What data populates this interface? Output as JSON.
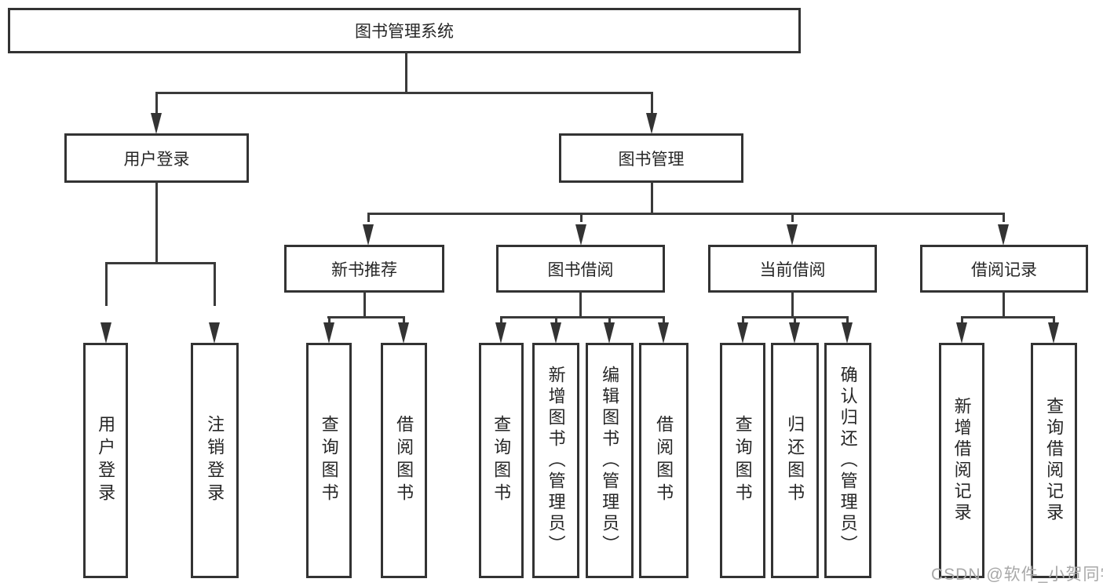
{
  "nodes": {
    "root": {
      "label": "图书管理系统"
    },
    "level2": [
      {
        "label": "用户登录"
      },
      {
        "label": "图书管理"
      }
    ],
    "level3": [
      {
        "label": "新书推荐"
      },
      {
        "label": "图书借阅"
      },
      {
        "label": "当前借阅"
      },
      {
        "label": "借阅记录"
      }
    ],
    "leaves_user_login": [
      {
        "label": "用户登录"
      },
      {
        "label": "注销登录"
      }
    ],
    "leaves_new_book": [
      {
        "label": "查询图书"
      },
      {
        "label": "借阅图书"
      }
    ],
    "leaves_book_borrow": [
      {
        "label": "查询图书"
      },
      {
        "label": "新增图书（管理员）"
      },
      {
        "label": "编辑图书（管理员）"
      },
      {
        "label": "借阅图书"
      }
    ],
    "leaves_current_borrow": [
      {
        "label": "查询图书"
      },
      {
        "label": "归还图书"
      },
      {
        "label": "确认归还（管理员）"
      }
    ],
    "leaves_borrow_record": [
      {
        "label": "新增借阅记录"
      },
      {
        "label": "查询借阅记录"
      }
    ]
  },
  "watermark": "CSDN @软件_小贺同学",
  "colors": {
    "line": "#333333",
    "text": "#262626",
    "watermark": "#a8a8a8",
    "background": "#ffffff"
  }
}
